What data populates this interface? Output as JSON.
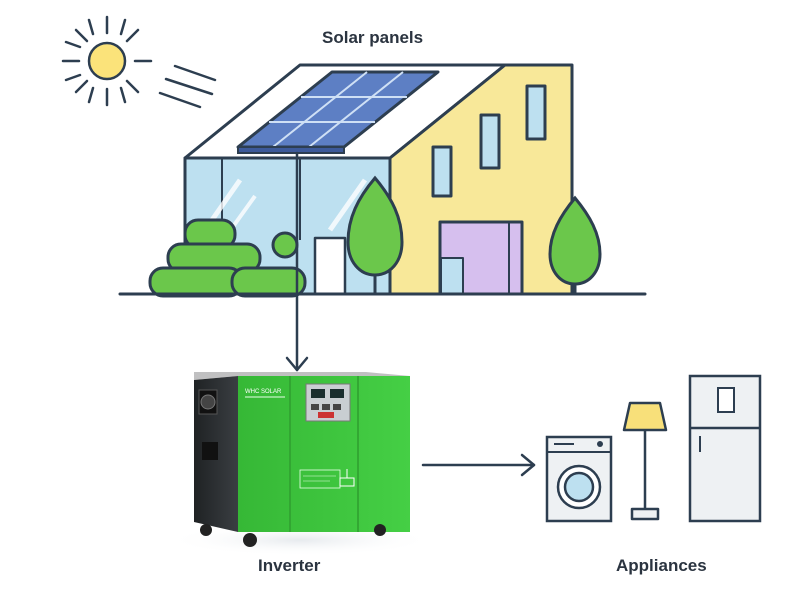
{
  "labels": {
    "solar_panels": "Solar panels",
    "inverter": "Inverter",
    "appliances": "Appliances"
  },
  "inverter_brand": "WHC SOLAR",
  "colors": {
    "outline": "#2d3e50",
    "sun": "#fbe37a",
    "house_yellow": "#f8e899",
    "glass": "#bde0f0",
    "solar_panel": "#5d7fc4",
    "tree_green": "#6bc74b",
    "door_purple": "#d6bfee",
    "inverter_green": "#3bc53b",
    "inverter_dark": "#2a2d30",
    "appliance_fill": "#eef1f3",
    "lamp_yellow": "#f8e07a"
  },
  "icons": [
    "sun-icon",
    "house-icon",
    "solar-panel-icon",
    "tree-icon",
    "inverter-icon",
    "washing-machine-icon",
    "floor-lamp-icon",
    "refrigerator-icon"
  ]
}
